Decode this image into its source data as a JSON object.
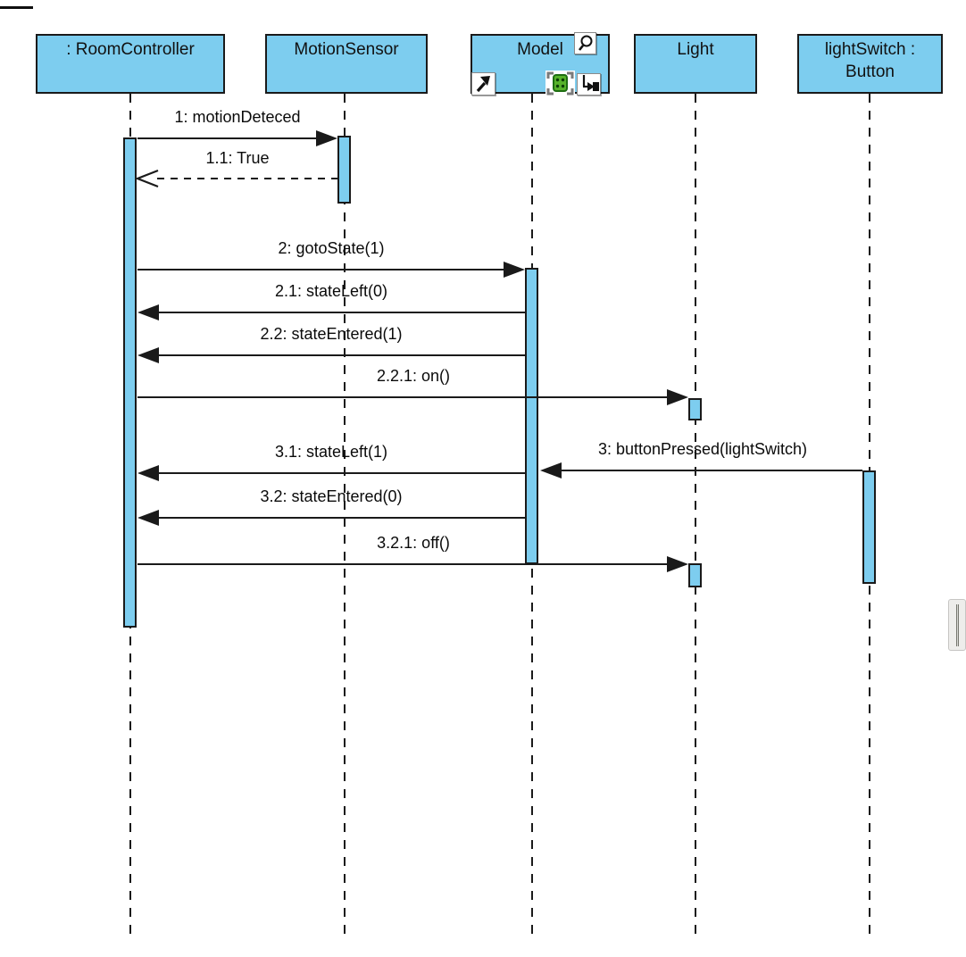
{
  "diagram": {
    "type": "uml-sequence-diagram",
    "colors": {
      "element_fill": "#7dcdef",
      "stroke": "#1a1a1a",
      "canvas_background": "#ffffff",
      "state_icon_green": "#57b32a"
    },
    "lifelines": [
      {
        "label": ": RoomController"
      },
      {
        "label": "MotionSensor"
      },
      {
        "label": "Model"
      },
      {
        "label": "Light"
      },
      {
        "label": "lightSwitch : Button"
      }
    ],
    "model_overlay_icons": [
      {
        "name": "zoom-icon"
      },
      {
        "name": "navigate-arrow-icon"
      },
      {
        "name": "state-machine-icon"
      },
      {
        "name": "drill-down-icon"
      }
    ],
    "messages": [
      {
        "label": "1: motionDeteced",
        "from": ": RoomController",
        "to": "MotionSensor",
        "kind": "call"
      },
      {
        "label": "1.1: True",
        "from": "MotionSensor",
        "to": ": RoomController",
        "kind": "return"
      },
      {
        "label": "2: gotoState(1)",
        "from": ": RoomController",
        "to": "Model",
        "kind": "call"
      },
      {
        "label": "2.1: stateLeft(0)",
        "from": "Model",
        "to": ": RoomController",
        "kind": "call"
      },
      {
        "label": "2.2: stateEntered(1)",
        "from": "Model",
        "to": ": RoomController",
        "kind": "call"
      },
      {
        "label": "2.2.1: on()",
        "from": ": RoomController",
        "to": "Light",
        "kind": "call"
      },
      {
        "label": "3: buttonPressed(lightSwitch)",
        "from": "lightSwitch : Button",
        "to": "Model",
        "kind": "call"
      },
      {
        "label": "3.1: stateLeft(1)",
        "from": "Model",
        "to": ": RoomController",
        "kind": "call"
      },
      {
        "label": "3.2: stateEntered(0)",
        "from": "Model",
        "to": ": RoomController",
        "kind": "call"
      },
      {
        "label": "3.2.1: off()",
        "from": ": RoomController",
        "to": "Light",
        "kind": "call"
      }
    ]
  }
}
